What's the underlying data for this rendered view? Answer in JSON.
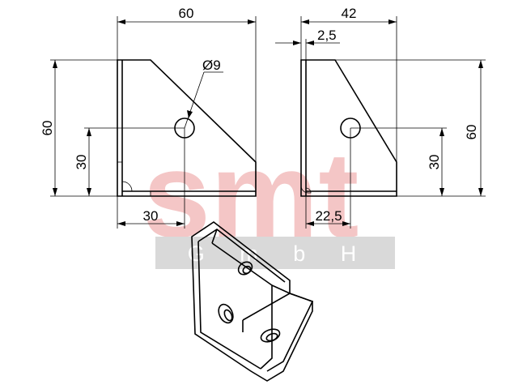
{
  "colors": {
    "watermark_main": "#f4c6c6",
    "watermark_band": "#d9d9d9",
    "line": "#000000",
    "background": "#ffffff"
  },
  "watermark": {
    "main": "smt",
    "sub": "G m b H"
  },
  "front_view": {
    "width_dim": "60",
    "height_dim": "60",
    "hole_height_dim": "30",
    "hole_offset_dim": "30",
    "hole_diameter": "Ø9"
  },
  "side_view": {
    "depth_dim": "42",
    "thickness_dim": "2,5",
    "height_dim": "60",
    "hole_height_dim": "30",
    "hole_offset_dim": "22,5"
  }
}
